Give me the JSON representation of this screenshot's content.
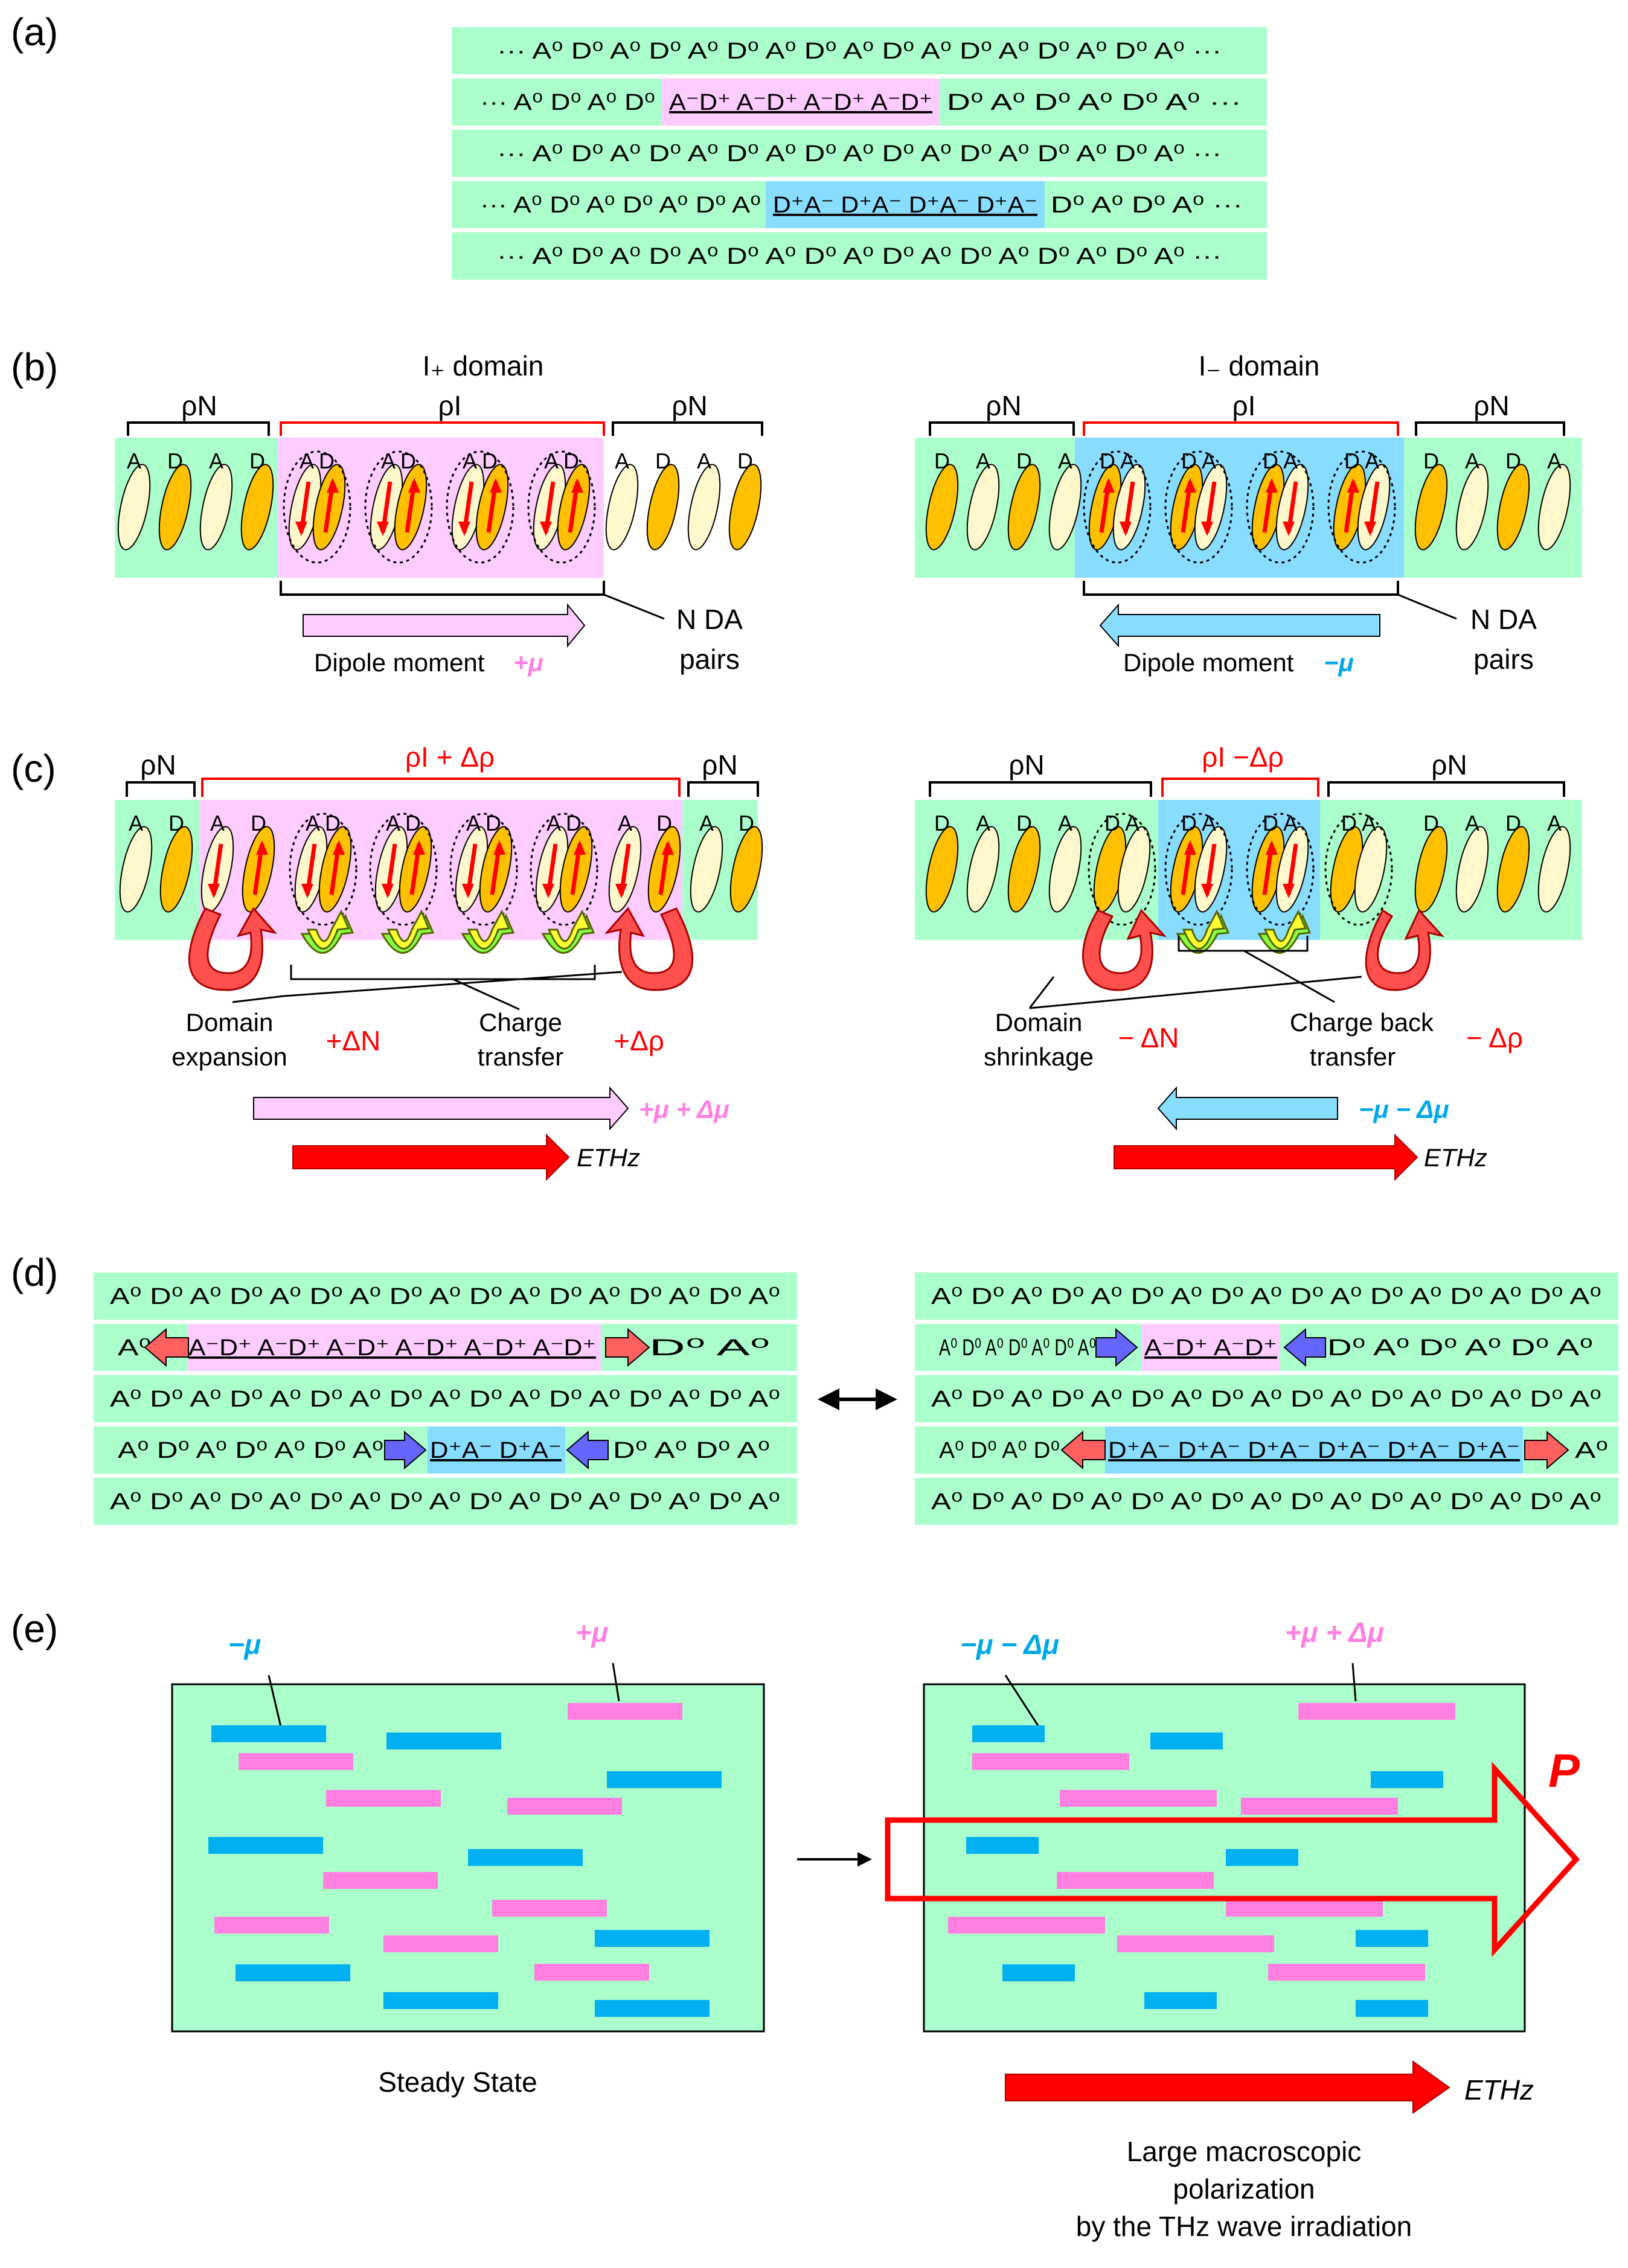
{
  "panels": {
    "a": "(a)",
    "b": "(b)",
    "c": "(c)",
    "d": "(d)",
    "e": "(e)"
  },
  "panel_a": {
    "neutral_row": "···  A⁰ D⁰ A⁰ D⁰ A⁰ D⁰ A⁰ D⁰ A⁰ D⁰ A⁰ D⁰ A⁰ D⁰ A⁰ D⁰ A⁰  ···",
    "row2_left": "···  A⁰ D⁰ A⁰ D⁰",
    "row2_ionic": "A⁻D⁺   A⁻D⁺   A⁻D⁺   A⁻D⁺",
    "row2_right": "D⁰ A⁰ D⁰ A⁰ D⁰ A⁰  ···",
    "row4_left": "···  A⁰ D⁰ A⁰ D⁰ A⁰ D⁰ A⁰",
    "row4_ionic": "D⁺A⁻   D⁺A⁻   D⁺A⁻   D⁺A⁻",
    "row4_right": "D⁰ A⁰ D⁰ A⁰  ···"
  },
  "panel_b": {
    "left": {
      "domain_title": "I₊ domain",
      "rho_n": "ρN",
      "rho_i": "ρI",
      "neutral_left": [
        "A",
        "D",
        "A",
        "D"
      ],
      "pairs": [
        "A D",
        "A D",
        "A D",
        "A D"
      ],
      "neutral_right": [
        "A",
        "D",
        "A",
        "D"
      ],
      "n_pairs_line1": "N DA",
      "n_pairs_line2": "pairs",
      "dipole_text": "Dipole moment",
      "dipole_sign": "+μ"
    },
    "right": {
      "domain_title": "I₋ domain",
      "rho_n": "ρN",
      "rho_i": "ρI",
      "neutral_left": [
        "D",
        "A",
        "D",
        "A"
      ],
      "pairs": [
        "D A",
        "D A",
        "D A",
        "D A"
      ],
      "neutral_right": [
        "D",
        "A",
        "D",
        "A"
      ],
      "n_pairs_line1": "N DA",
      "n_pairs_line2": "pairs",
      "dipole_text": "Dipole moment",
      "dipole_sign": "−μ"
    }
  },
  "panel_c": {
    "left": {
      "rho_n": "ρN",
      "rho_i_plus": "ρI + Δρ",
      "ad_letters": [
        "A",
        "D",
        "A",
        "D",
        "A D",
        "A D",
        "A D",
        "A D",
        "A",
        "D",
        "A",
        "D"
      ],
      "domain_line1": "Domain",
      "domain_line2": "expansion",
      "delta_n": "+ΔN",
      "charge_line1": "Charge",
      "charge_line2": "transfer",
      "delta_rho": "+Δρ",
      "mu_label": "+μ + Δμ",
      "ethz": "ETHz"
    },
    "right": {
      "rho_n": "ρN",
      "rho_i_minus": "ρI −Δρ",
      "ad_letters": [
        "D",
        "A",
        "D",
        "A",
        "D A",
        "D A",
        "D A",
        "D A",
        "D",
        "A",
        "D",
        "A"
      ],
      "domain_line1": "Domain",
      "domain_line2": "shrinkage",
      "delta_n": "− ΔN",
      "charge_line1": "Charge back",
      "charge_line2": "transfer",
      "delta_rho": "− Δρ",
      "mu_label": "−μ − Δμ",
      "ethz": "ETHz"
    }
  },
  "panel_d": {
    "neutral_row": "A⁰ D⁰ A⁰ D⁰ A⁰ D⁰ A⁰ D⁰ A⁰ D⁰ A⁰ D⁰ A⁰ D⁰ A⁰ D⁰ A⁰",
    "left": {
      "row2_left": "A⁰",
      "row2_ionic": "A⁻D⁺   A⁻D⁺   A⁻D⁺   A⁻D⁺   A⁻D⁺   A⁻D⁺",
      "row2_right": "D⁰ A⁰",
      "row4_left": "A⁰ D⁰ A⁰ D⁰ A⁰ D⁰ A⁰",
      "row4_ionic": "D⁺A⁻   D⁺A⁻",
      "row4_right": "D⁰ A⁰ D⁰ A⁰"
    },
    "right": {
      "row2_left": "A⁰ D⁰ A⁰ D⁰ A⁰ D⁰ A⁰",
      "row2_ionic": "A⁻D⁺   A⁻D⁺",
      "row2_right": "D⁰ A⁰ D⁰ A⁰ D⁰ A⁰",
      "row4_left": "A⁰ D⁰ A⁰ D⁰",
      "row4_ionic": "D⁺A⁻   D⁺A⁻   D⁺A⁻   D⁺A⁻   D⁺A⁻   D⁺A⁻",
      "row4_right": "A⁰"
    }
  },
  "panel_e": {
    "minus_mu": "−μ",
    "plus_mu": "+μ",
    "minus_mu_delta": "−μ − Δμ",
    "plus_mu_delta": "+μ + Δμ",
    "p_label": "P",
    "steady_state": "Steady State",
    "ethz": "ETHz",
    "caption_line1": "Large macroscopic",
    "caption_line2": "polarization",
    "caption_line3": "by the THz wave irradiation"
  },
  "colors": {
    "neutral_bg": "#aaffcc",
    "ionic_plus_bg": "#ffccff",
    "ionic_minus_bg": "#88ddff",
    "acceptor": "#fff8cc",
    "donor": "#ffc000",
    "red": "#ff0000",
    "pink": "#ff80e0",
    "blue": "#00b0f0",
    "violet": "#6666ff"
  }
}
